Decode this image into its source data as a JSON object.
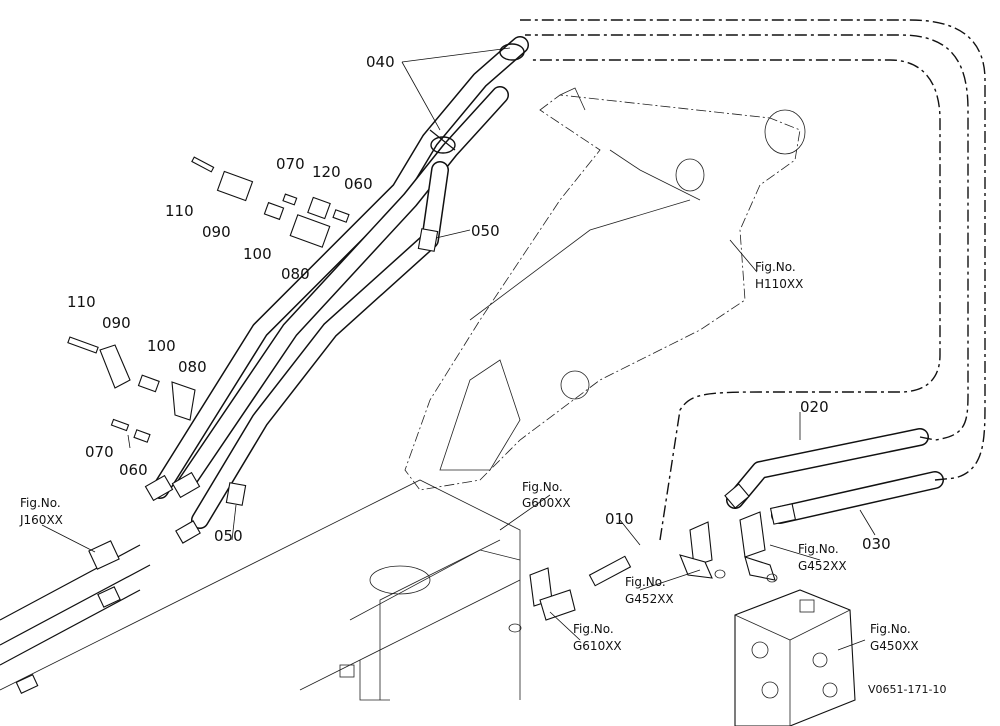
{
  "callouts": {
    "p010": "010",
    "p020": "020",
    "p030": "030",
    "p040": "040",
    "p050a": "050",
    "p050b": "050",
    "p060a": "060",
    "p060b": "060",
    "p070a": "070",
    "p070b": "070",
    "p080a": "080",
    "p080b": "080",
    "p090a": "090",
    "p090b": "090",
    "p100a": "100",
    "p100b": "100",
    "p110a": "110",
    "p110b": "110",
    "p120": "120"
  },
  "figrefs": {
    "fig_label": "Fig.No.",
    "h110": "H110XX",
    "j160": "J160XX",
    "g600": "G600XX",
    "g610": "G610XX",
    "g452a": "G452XX",
    "g452b": "G452XX",
    "g450": "G450XX"
  },
  "drawing_code": "V0651-171-10",
  "colors": {
    "line": "#111111",
    "background": "#ffffff"
  }
}
